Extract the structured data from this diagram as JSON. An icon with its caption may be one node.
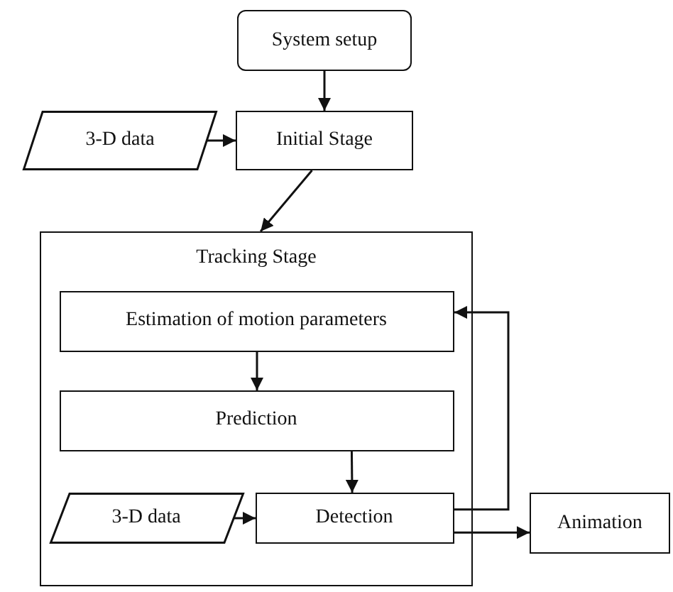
{
  "diagram": {
    "nodes": [
      {
        "text": [
          "System setup"
        ]
      },
      {
        "text": [
          "3-D data"
        ]
      },
      {
        "text": [
          "Initial Stage"
        ]
      },
      {
        "text": [
          "Tracking Stage"
        ]
      },
      {
        "text": [
          "Estimation of motion parameters"
        ],
        "in": 3
      },
      {
        "text": [
          "Prediction"
        ],
        "in": 3
      },
      {
        "text": [
          "3-D data"
        ],
        "in": 3
      },
      {
        "text": [
          "Detection"
        ],
        "in": 3
      },
      {
        "text": [
          "Animation"
        ]
      }
    ],
    "edges": [
      {
        "from": 0,
        "to": 2,
        "arrow": "to"
      },
      {
        "from": 1,
        "to": 2,
        "arrow": "to"
      },
      {
        "from": 2,
        "to": 3,
        "arrow": "to"
      },
      {
        "from": 4,
        "to": 5,
        "arrow": "to"
      },
      {
        "from": 5,
        "to": 7,
        "arrow": "to"
      },
      {
        "from": 6,
        "to": 7,
        "arrow": "to"
      },
      {
        "from": 7,
        "to": 4,
        "arrow": "to"
      },
      {
        "from": 7,
        "to": 8,
        "arrow": "to"
      }
    ]
  }
}
